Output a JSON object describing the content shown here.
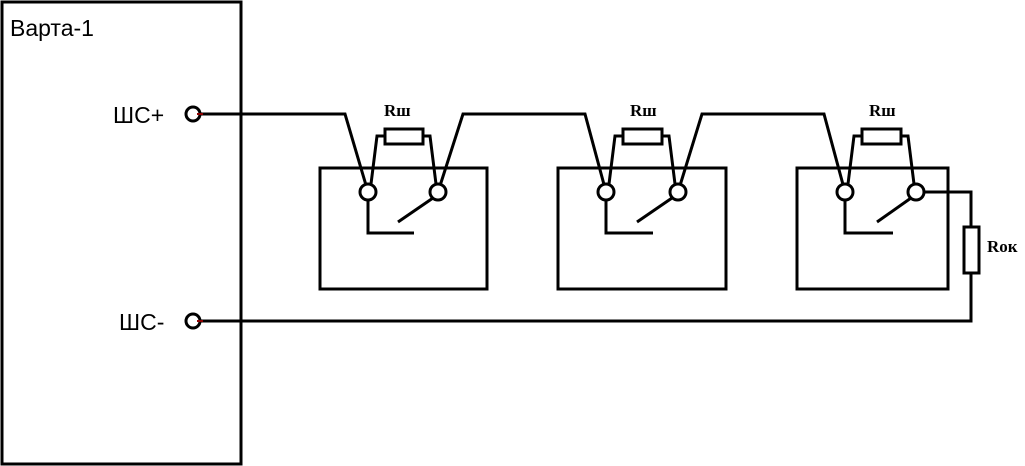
{
  "panel": {
    "title": "Варта-1",
    "terminal_plus": "ШС+",
    "terminal_minus": "ШС-"
  },
  "sensors": [
    {
      "shunt_label": "Rш"
    },
    {
      "shunt_label": "Rш"
    },
    {
      "shunt_label": "Rш"
    }
  ],
  "end_resistor_label": "Rок",
  "colors": {
    "line": "#000000",
    "terminal_accent": "#8b0000",
    "background": "#ffffff"
  }
}
